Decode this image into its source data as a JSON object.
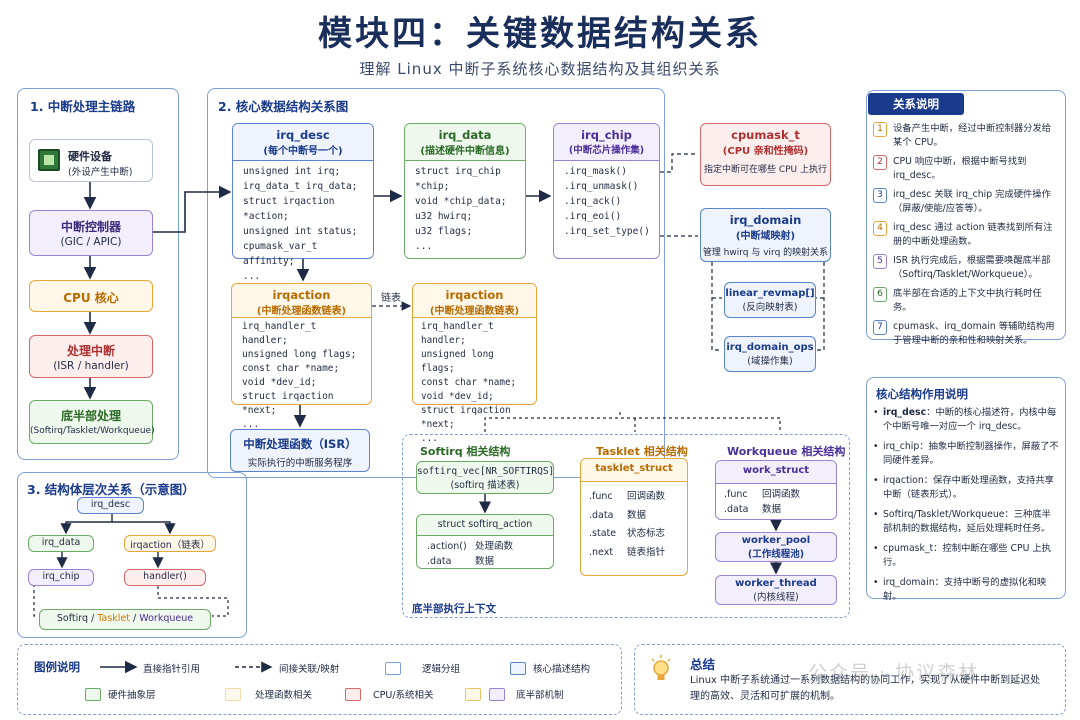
{
  "title": "模块四：关键数据结构关系",
  "subtitle": "理解 Linux 中断子系统核心数据结构及其组织关系",
  "chain": {
    "title": "1. 中断处理主链路",
    "hw_title": "硬件设备",
    "hw_sub": "(外设产生中断)",
    "ctrl_title": "中断控制器",
    "ctrl_sub": "(GIC / APIC)",
    "cpu": "CPU 核心",
    "isr_title": "处理中断",
    "isr_sub": "(ISR / handler)",
    "bh_title": "底半部处理",
    "bh_sub": "(Softirq/Tasklet/Workqueue)"
  },
  "core": {
    "title": "2. 核心数据结构关系图",
    "irq_desc": {
      "name": "irq_desc",
      "sub": "(每个中断号一个)",
      "fields": [
        "unsigned int irq;",
        "irq_data_t irq_data;",
        "struct irqaction *action;",
        "unsigned int status;",
        "cpumask_var_t affinity;",
        "..."
      ]
    },
    "irq_data": {
      "name": "irq_data",
      "sub": "(描述硬件中断信息)",
      "fields": [
        "struct irq_chip *chip;",
        "void *chip_data;",
        "u32 hwirq;",
        "u32 flags;",
        "..."
      ]
    },
    "irq_chip": {
      "name": "irq_chip",
      "sub": "(中断芯片操作集)",
      "fields": [
        ".irq_mask()",
        ".irq_unmask()",
        ".irq_ack()",
        ".irq_eoi()",
        ".irq_set_type()"
      ]
    },
    "cpumask": {
      "name": "cpumask_t",
      "sub": "(CPU 亲和性掩码)",
      "desc": "指定中断可在哪些 CPU 上执行"
    },
    "irq_domain": {
      "name": "irq_domain",
      "sub": "(中断域映射)",
      "desc": "管理 hwirq 与 virq 的映射关系"
    },
    "revmap": {
      "name": "linear_revmap[]",
      "sub": "(反向映射表)"
    },
    "domain_ops": {
      "name": "irq_domain_ops",
      "sub": "(域操作集)"
    },
    "irqaction1": {
      "name": "irqaction",
      "sub": "(中断处理函数链表)",
      "fields": [
        "irq_handler_t handler;",
        "unsigned long flags;",
        "const char *name;",
        "void *dev_id;",
        "struct irqaction *next;",
        "..."
      ]
    },
    "irqaction2": {
      "name": "irqaction",
      "sub": "(中断处理函数链表)",
      "fields": [
        "irq_handler_t handler;",
        "unsigned long flags;",
        "const char *name;",
        "void *dev_id;",
        "struct irqaction *next;",
        "..."
      ]
    },
    "link_label": "链表",
    "isr": {
      "name": "中断处理函数（ISR）",
      "desc": "实际执行的中断服务程序"
    }
  },
  "bh": {
    "softirq": {
      "title": "Softirq 相关结构",
      "vec": "softirq_vec[NR_SOFTIRQS]",
      "vec_sub": "(softirq 描述表)",
      "action": "struct softirq_action",
      "fields": [
        [
          ".action()",
          "处理函数"
        ],
        [
          ".data",
          "数据"
        ]
      ]
    },
    "tasklet": {
      "title": "Tasklet 相关结构",
      "struct": "tasklet_struct",
      "fields": [
        [
          ".func",
          "回调函数"
        ],
        [
          ".data",
          "数据"
        ],
        [
          ".state",
          "状态标志"
        ],
        [
          ".next",
          "链表指针"
        ]
      ]
    },
    "workqueue": {
      "title": "Workqueue 相关结构",
      "struct": "work_struct",
      "fields": [
        [
          ".func",
          "回调函数"
        ],
        [
          ".data",
          "数据"
        ]
      ],
      "pool": "worker_pool",
      "pool_sub": "(工作线程池)",
      "thread": "worker_thread",
      "thread_sub": "(内核线程)"
    },
    "caption": "底半部执行上下文"
  },
  "hier": {
    "title": "3. 结构体层次关系（示意图）",
    "desc": "irq_desc",
    "data": "irq_data",
    "action": "irqaction（链表）",
    "chip": "irq_chip",
    "handler": "handler()",
    "bottom_a": "Softirq",
    "bottom_sep": " / ",
    "bottom_b": "Tasklet",
    "bottom_c": "Workqueue"
  },
  "relations": {
    "title": "关系说明",
    "items": [
      "设备产生中断，经过中断控制器分发给某个 CPU。",
      "CPU 响应中断，根据中断号找到 irq_desc。",
      "irq_desc 关联 irq_chip 完成硬件操作（屏蔽/使能/应答等）。",
      "irq_desc 通过 action 链表找到所有注册的中断处理函数。",
      "ISR 执行完成后，根据需要唤醒底半部（Softirq/Tasklet/Workqueue）。",
      "底半部在合适的上下文中执行耗时任务。",
      "cpumask、irq_domain 等辅助结构用于管理中断的亲和性和映射关系。"
    ],
    "badge_colors": [
      "#e9a63a",
      "#d66767",
      "#5a83d0",
      "#e9a63a",
      "#9b82d6",
      "#6bab65",
      "#5a83d0"
    ]
  },
  "roles": {
    "title": "核心结构作用说明",
    "items": [
      {
        "k": "irq_desc",
        "v": "：中断的核心描述符，内核中每个中断号唯一对应一个 irq_desc。"
      },
      {
        "k": "",
        "v": "irq_chip：抽象中断控制器操作，屏蔽了不同硬件差异。"
      },
      {
        "k": "",
        "v": "irqaction：保存中断处理函数，支持共享中断（链表形式）。"
      },
      {
        "k": "",
        "v": "Softirq/Tasklet/Workqueue：三种底半部机制的数据结构，延后处理耗时任务。"
      },
      {
        "k": "",
        "v": "cpumask_t：控制中断在哪些 CPU 上执行。"
      },
      {
        "k": "",
        "v": "irq_domain：支持中断号的虚拟化和映射。"
      }
    ]
  },
  "legend": {
    "title": "图例说明",
    "direct": "直接指针引用",
    "indirect": "间接关联/映射",
    "group": "逻辑分组",
    "core": "核心描述结构",
    "hw": "硬件抽象层",
    "handler": "处理函数相关",
    "cpu": "CPU/系统相关",
    "bh": "底半部机制"
  },
  "summary": {
    "title": "总结",
    "text": "Linux 中断子系统通过一系列数据结构的协同工作，实现了从硬件中断到延迟处理的高效、灵活和可扩展的机制。",
    "watermark": "公众号 · 协议森林"
  }
}
